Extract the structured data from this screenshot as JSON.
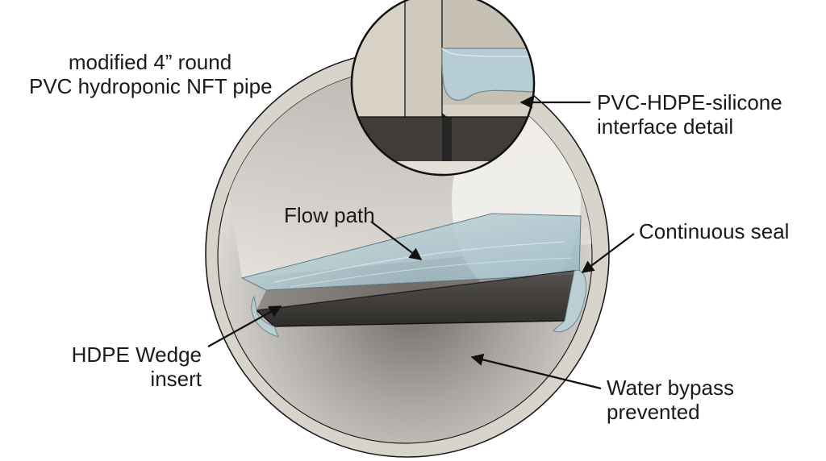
{
  "labels": {
    "pipe": {
      "line1": "modified 4” round",
      "line2": "PVC hydroponic NFT pipe"
    },
    "interface": {
      "line1": "PVC-HDPE-silicone",
      "line2": "interface detail"
    },
    "flow": {
      "line1": "Flow path"
    },
    "seal": {
      "line1": "Continuous seal"
    },
    "wedge": {
      "line1": "HDPE Wedge",
      "line2": "insert"
    },
    "bypass": {
      "line1": "Water bypass",
      "line2": "prevented"
    }
  },
  "colors": {
    "pipe_wall": "#d9d4cb",
    "pipe_interior": "#c9c6c1",
    "wedge_dark": "#3e3c3a",
    "water": "#a9c6cf",
    "seal": "#b9cfd4",
    "outline": "#1a1a1a"
  }
}
